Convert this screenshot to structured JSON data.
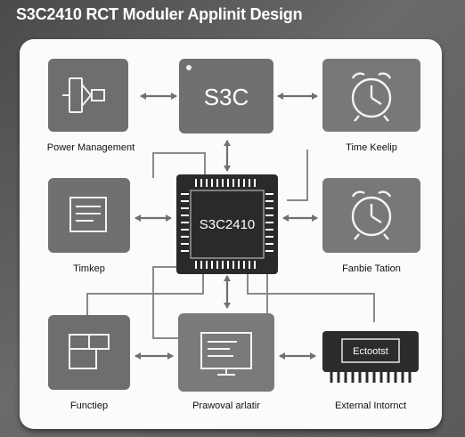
{
  "title": "S3C2410 RCT Moduler Applinit Design",
  "chip": {
    "label": "S3C2410"
  },
  "modules": {
    "s3c": {
      "label": "S3C"
    },
    "power": {
      "label": "Power Management"
    },
    "time_keep": {
      "label": "Time  Keelip"
    },
    "timkep": {
      "label": "Timkep"
    },
    "fanbie": {
      "label": "Fanbie  Tation"
    },
    "functiep": {
      "label": "Functiep"
    },
    "prawoval": {
      "label": "Prawoval arlatir"
    },
    "external": {
      "label": "External Intornct",
      "chip_text": "Ectootst"
    }
  }
}
